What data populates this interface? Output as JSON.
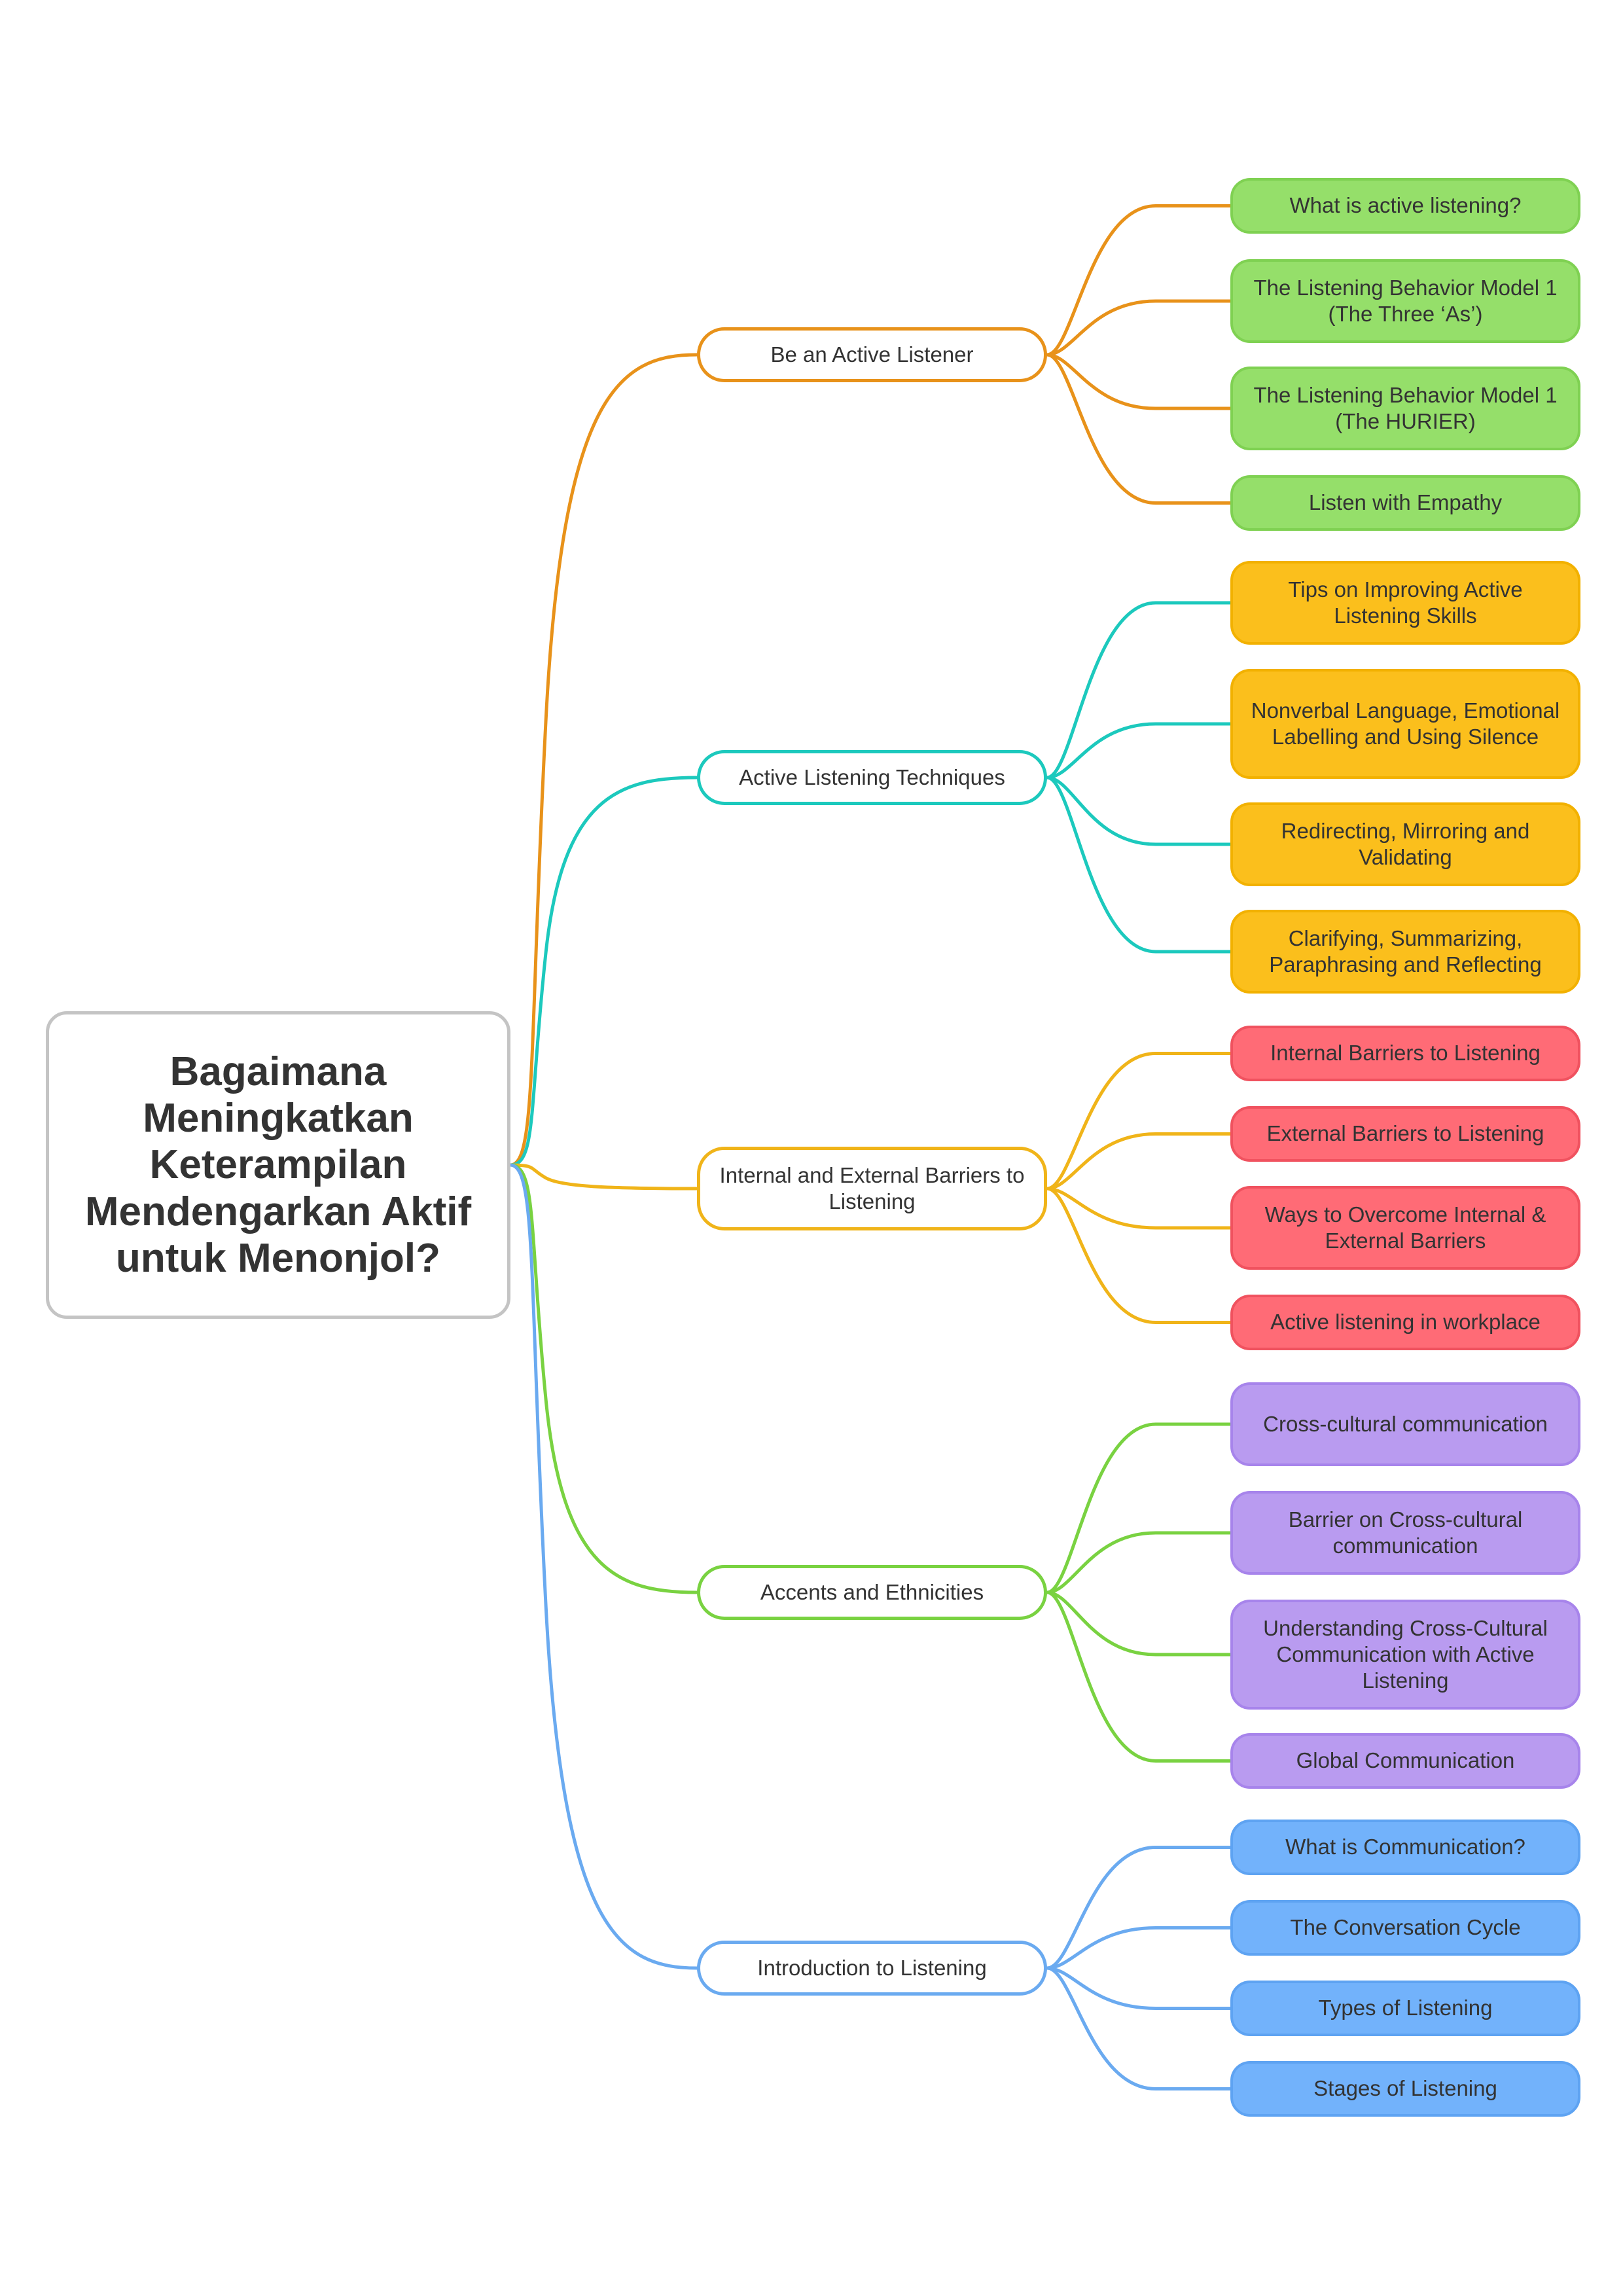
{
  "root": {
    "title": "Bagaimana Meningkatkan Keterampilan Mendengarkan Aktif untuk Menonjol?"
  },
  "branches": [
    {
      "label": "Be an Active Listener",
      "line_color": "#e8921a",
      "leaf_fill": "#95df6a",
      "leaf_border": "#7fd152",
      "children": [
        "What is active listening?",
        "The Listening Behavior Model 1 (The Three ‘As’)",
        "The Listening Behavior Model 1 (The HURIER)",
        "Listen with Empathy"
      ]
    },
    {
      "label": "Active Listening Techniques",
      "line_color": "#1cc9bd",
      "leaf_fill": "#fbbf1c",
      "leaf_border": "#f2b100",
      "children": [
        "Tips on Improving Active Listening Skills",
        "Nonverbal Language, Emotional Labelling and Using Silence",
        "Redirecting, Mirroring and Validating",
        "Clarifying, Summarizing, Paraphrasing and Reflecting"
      ]
    },
    {
      "label": "Internal and External Barriers to Listening",
      "line_color": "#f0b419",
      "leaf_fill": "#ff6b76",
      "leaf_border": "#f0525f",
      "children": [
        "Internal Barriers to Listening",
        "External Barriers to Listening",
        "Ways to Overcome Internal & External Barriers",
        "Active listening in workplace"
      ]
    },
    {
      "label": "Accents and Ethnicities",
      "line_color": "#79d241",
      "leaf_fill": "#b99bf0",
      "leaf_border": "#a784eb",
      "children": [
        "Cross-cultural communication",
        "Barrier on Cross-cultural communication",
        "Understanding Cross-Cultural Communication with Active Listening",
        "Global Communication"
      ]
    },
    {
      "label": "Introduction to Listening",
      "line_color": "#6aaaf0",
      "leaf_fill": "#72b2fb",
      "leaf_border": "#5ea3f2",
      "children": [
        "What is Communication?",
        "The Conversation Cycle",
        "Types of Listening",
        "Stages of Listening"
      ]
    }
  ]
}
